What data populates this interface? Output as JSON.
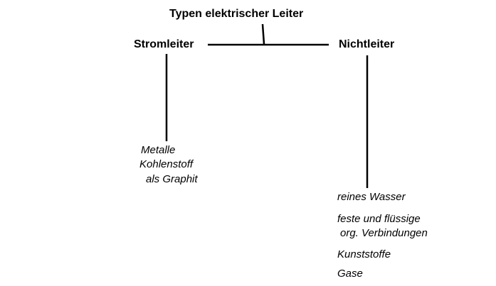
{
  "title": "Typen elektrischer Leiter",
  "branches": {
    "left": {
      "label": "Stromleiter",
      "items": [
        "Metalle",
        "Kohlenstoff",
        "als Graphit"
      ]
    },
    "right": {
      "label": "Nichtleiter",
      "items": [
        "reines Wasser",
        "feste und flüssige",
        "org. Verbindungen",
        "Kunststoffe",
        "Gase"
      ]
    }
  },
  "colors": {
    "line": "#000000",
    "text": "#000000",
    "background": "#ffffff"
  }
}
